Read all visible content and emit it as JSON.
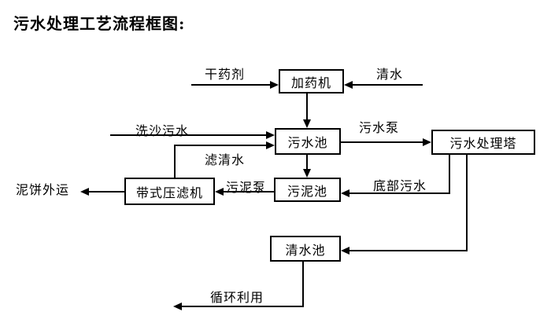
{
  "title": "污水处理工艺流程框图:",
  "nodes": {
    "dosing_machine": {
      "label": "加药机"
    },
    "sewage_pool": {
      "label": "污水池"
    },
    "treatment_tower": {
      "label": "污水处理塔"
    },
    "sludge_pool": {
      "label": "污泥池"
    },
    "belt_filter_press": {
      "label": "带式压滤机"
    },
    "clean_water_pool": {
      "label": "清水池"
    }
  },
  "edge_labels": {
    "dry_chemical": "干药剂",
    "clean_water": "清水",
    "sand_washing_sewage": "洗沙污水",
    "filtered_water": "滤清水",
    "sewage_pump": "污水泵",
    "bottom_sewage": "底部污水",
    "sludge_pump": "污泥泵",
    "mud_cake_out": "泥饼外运",
    "recycling": "循环利用"
  },
  "colors": {
    "background": "#ffffff",
    "line": "#000000",
    "text": "#000000"
  }
}
